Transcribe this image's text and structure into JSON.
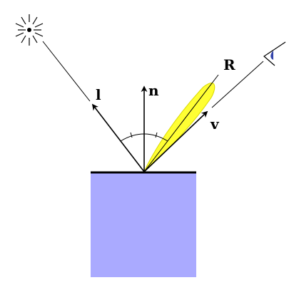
{
  "labels": {
    "light": "l",
    "normal": "n",
    "reflection": "R",
    "view": "v"
  },
  "icons": {
    "light_source": "sun-icon",
    "viewer": "eye-icon"
  },
  "colors": {
    "surface_fill": "#aaaaff",
    "lobe_fill": "#ffff33",
    "lobe_stroke": "#d8d800",
    "line": "#000000"
  }
}
